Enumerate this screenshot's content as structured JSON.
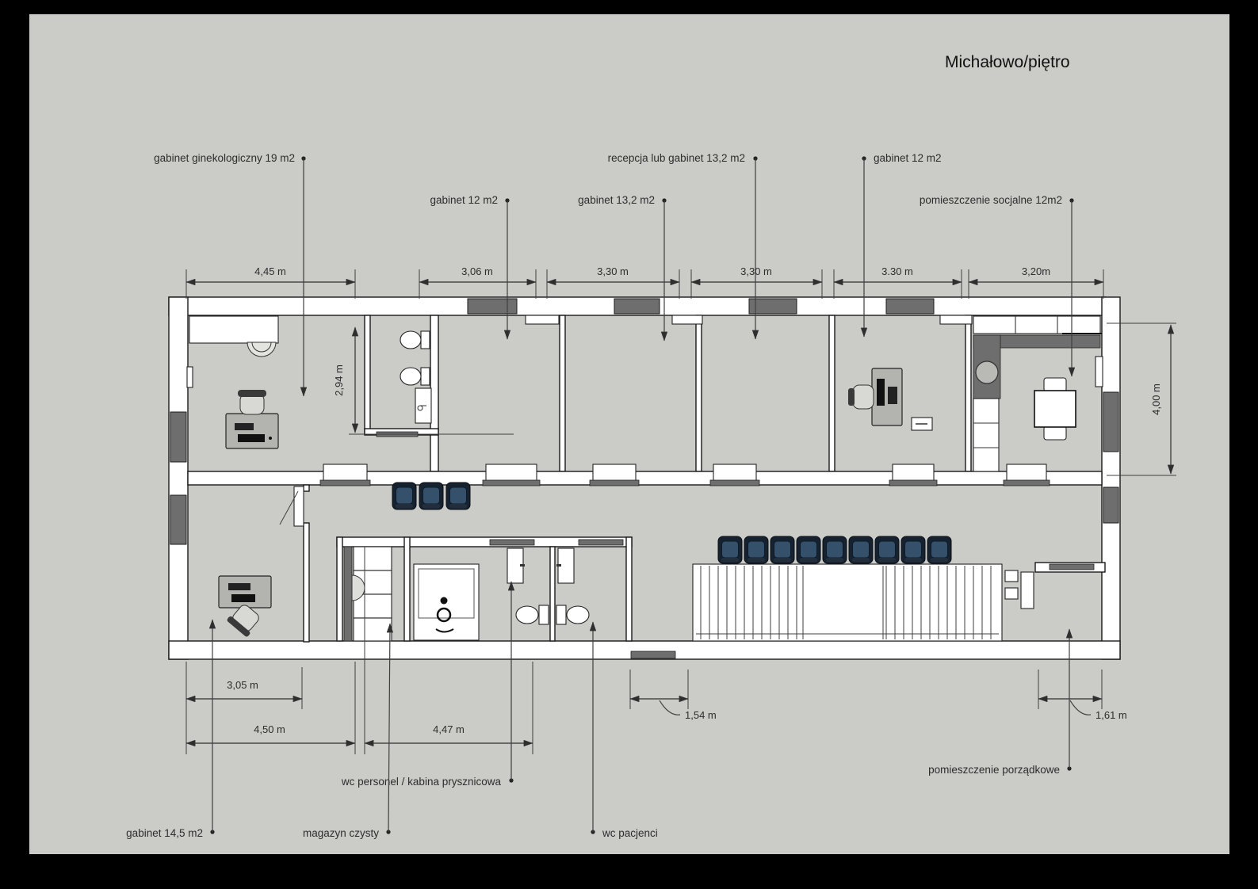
{
  "title": "Michałowo/piętro",
  "plan": {
    "room_labels": {
      "ginekologiczny": "gabinet ginekologiczny 19 m2",
      "gabinet_12_left": "gabinet 12 m2",
      "recepcja": "recepcja lub gabinet 13,2 m2",
      "gabinet_13_2": "gabinet 13,2 m2",
      "gabinet_12_right": "gabinet 12 m2",
      "socjalne": "pomieszczenie socjalne 12m2",
      "gabinet_14_5": "gabinet 14,5 m2",
      "magazyn": "magazyn czysty",
      "wc_personel": "wc personel / kabina prysznicowa",
      "wc_pacjenci": "wc pacjenci",
      "porzadkowe": "pomieszczenie porządkowe"
    },
    "dimensions": {
      "top": {
        "d1": "4,45 m",
        "d2": "3,06 m",
        "d3": "3,30 m",
        "d4": "3,30 m",
        "d5": "3.30 m",
        "d6": "3,20m"
      },
      "bottom": {
        "d1": "3,05 m",
        "d2": "4,50 m",
        "d3": "4,47 m",
        "d4": "1,54 m",
        "d5": "1,61 m"
      },
      "vertical": {
        "left": "2,94 m",
        "right": "4,00 m"
      }
    },
    "colors": {
      "canvas": "#cbcbc7",
      "wall": "#ffffff",
      "window": "#6e6e6e",
      "chair": "#22344a",
      "line": "#2f2f2f"
    }
  }
}
